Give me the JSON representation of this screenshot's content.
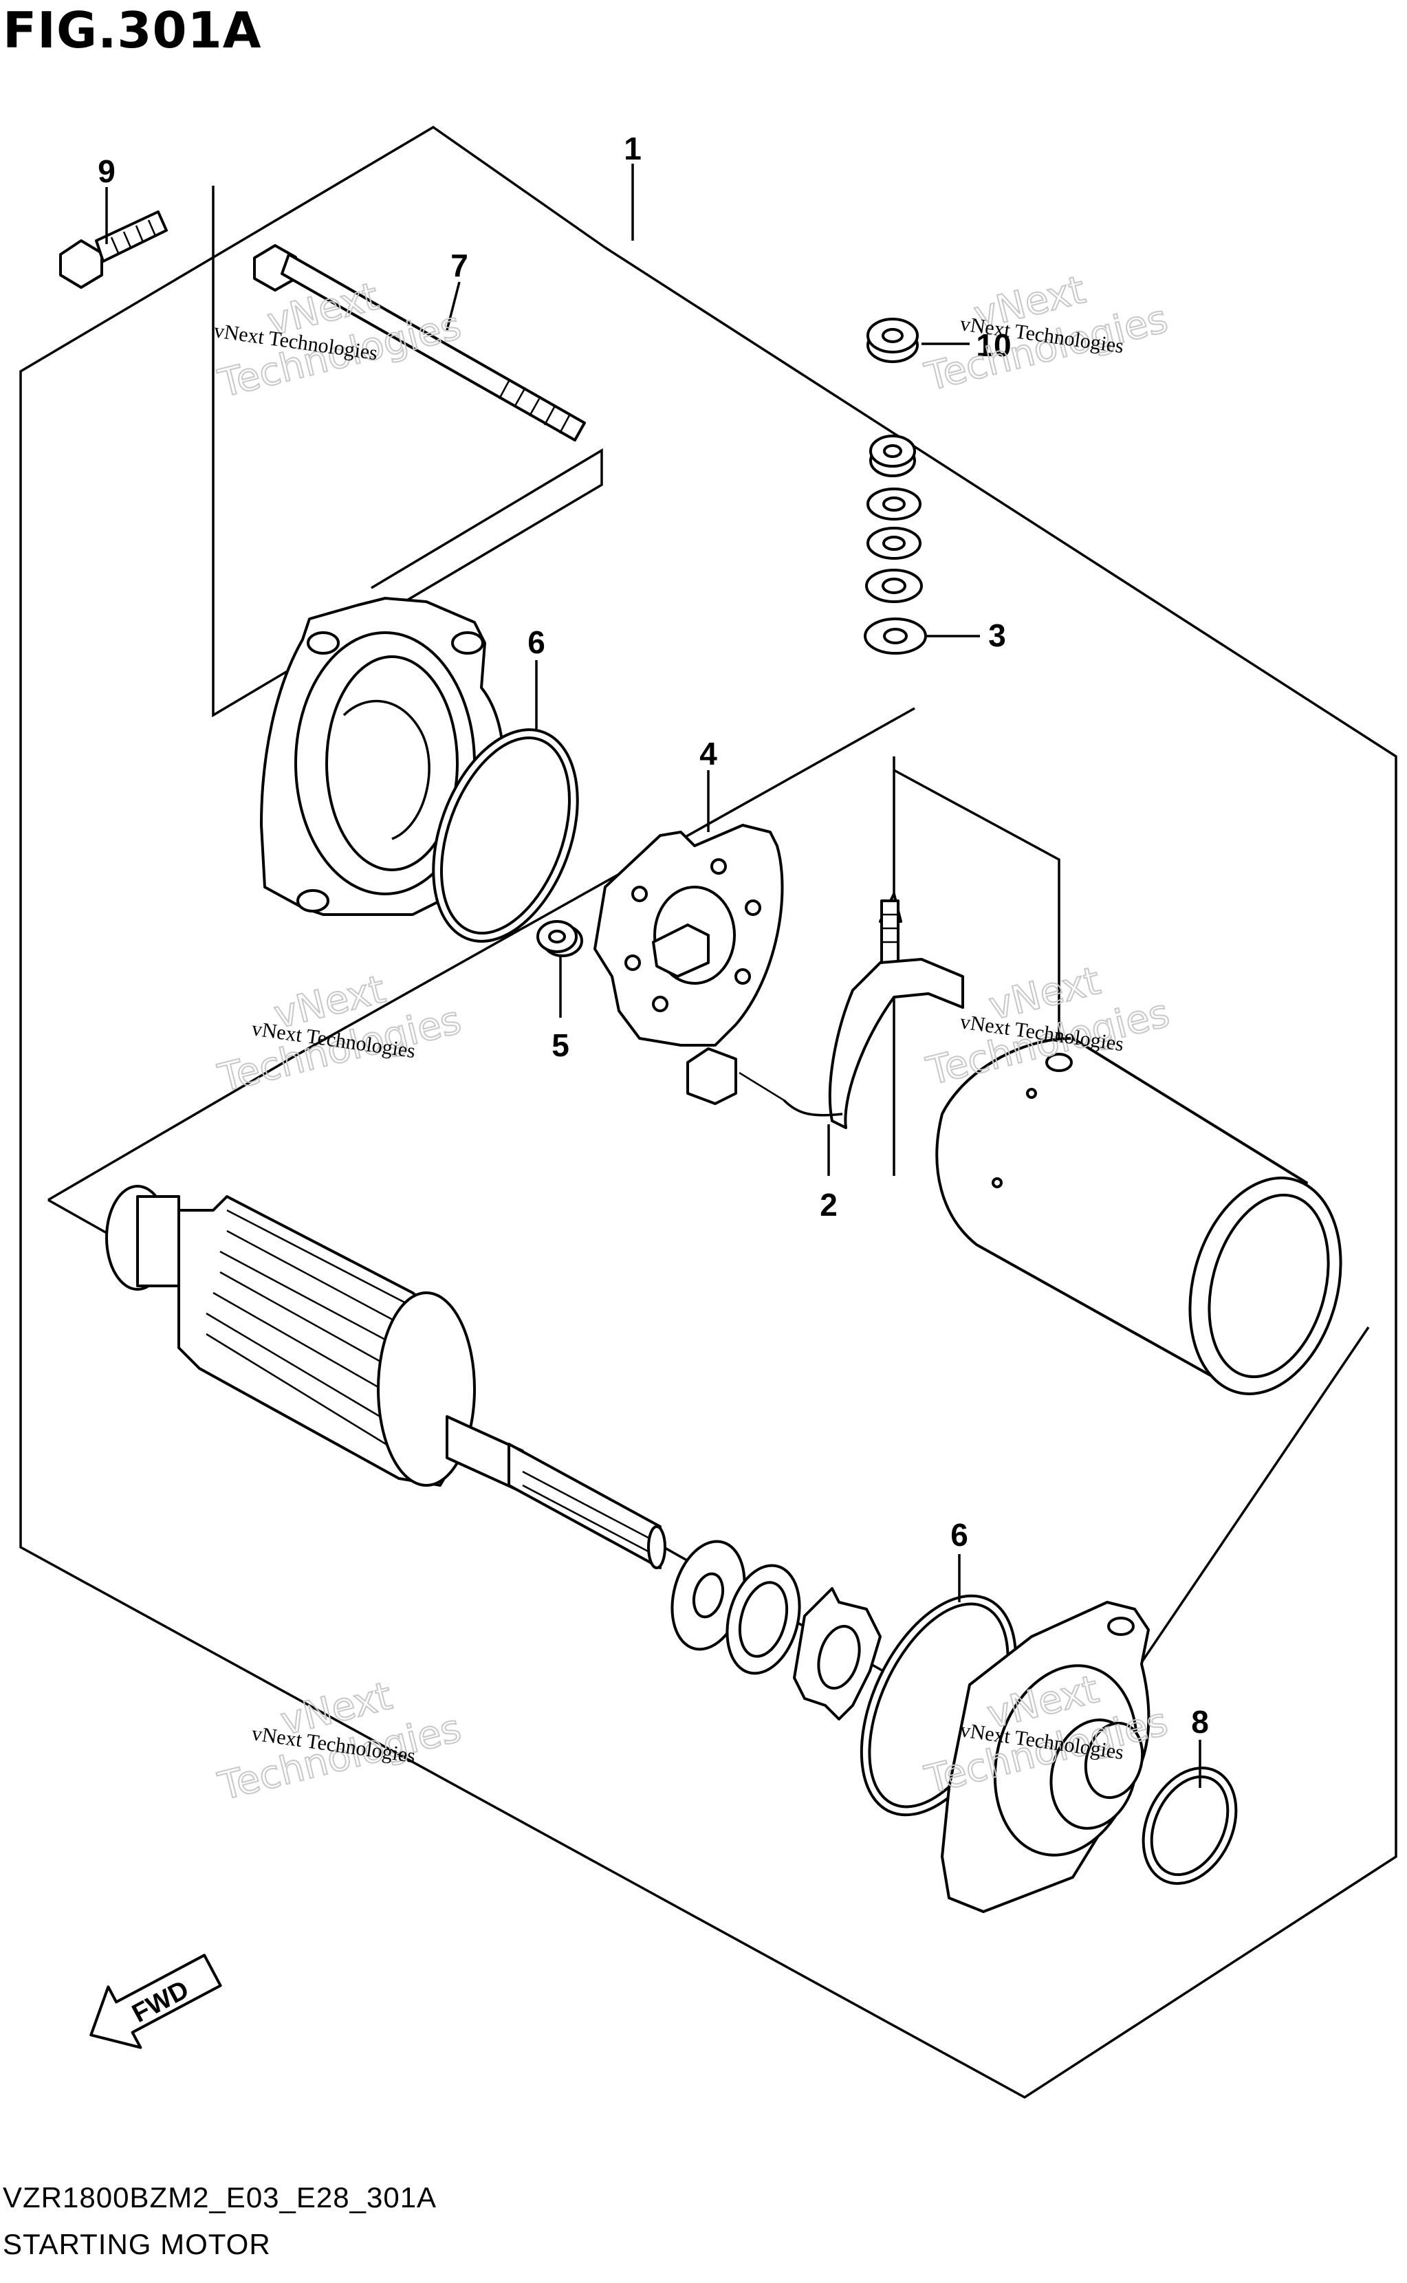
{
  "figure": {
    "title": "FIG.301A",
    "code": "VZR1800BZM2_E03_E28_301A",
    "name": "STARTING MOTOR"
  },
  "callouts": [
    "1",
    "2",
    "3",
    "4",
    "5",
    "6",
    "6",
    "7",
    "8",
    "9",
    "10"
  ],
  "watermark": {
    "label": "vNext Technologies",
    "big_top": "vNext",
    "big_bottom": "Technologies"
  },
  "fwd_label": "FWD"
}
